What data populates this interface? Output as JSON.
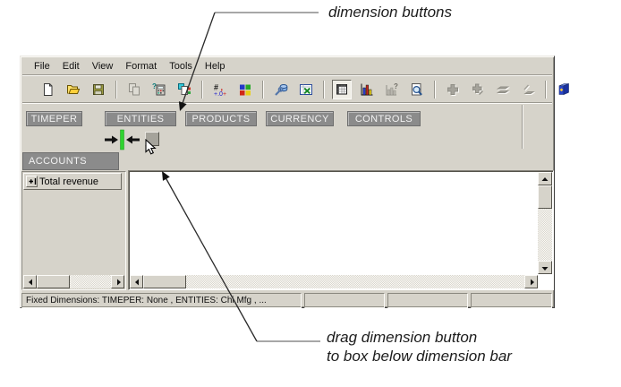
{
  "annotations": {
    "top_label": "dimension buttons",
    "bottom_label_line1": "drag dimension button",
    "bottom_label_line2": "to box below dimension bar"
  },
  "menu": {
    "items": [
      "File",
      "Edit",
      "View",
      "Format",
      "Tools",
      "Help"
    ]
  },
  "toolbar": {
    "icons": [
      "new",
      "open",
      "save",
      "copy",
      "recalculate",
      "paste-special",
      "number-format",
      "colors",
      "database-tools",
      "export-excel",
      "grid-view",
      "bar-chart",
      "chart-help",
      "print-preview",
      "drill-up",
      "drill-up-alt",
      "drill-down",
      "drill-down-alt",
      "help-book"
    ],
    "active_icon": "grid-view",
    "disabled_icons": [
      "copy",
      "chart-help",
      "drill-up",
      "drill-up-alt",
      "drill-down",
      "drill-down-alt"
    ]
  },
  "dimension_bar": {
    "buttons": [
      "TIMEPER",
      "ENTITIES",
      "PRODUCTS",
      "CURRENCY",
      "CONTROLS"
    ]
  },
  "accounts_header": {
    "label": "ACCOUNTS"
  },
  "row_list": {
    "items": [
      {
        "label": "Total revenue"
      }
    ]
  },
  "status_bar": {
    "fixed_dimensions_text": "Fixed Dimensions: TIMEPER: None , ENTITIES: Chi Mfg , ..."
  },
  "colors": {
    "chrome": "#d6d3ca",
    "dimension_button_bg": "#8b8b8b",
    "dimension_button_text": "#f2f2f2",
    "drop_indicator_green": "#2fd32f",
    "content_bg": "#ffffff"
  }
}
